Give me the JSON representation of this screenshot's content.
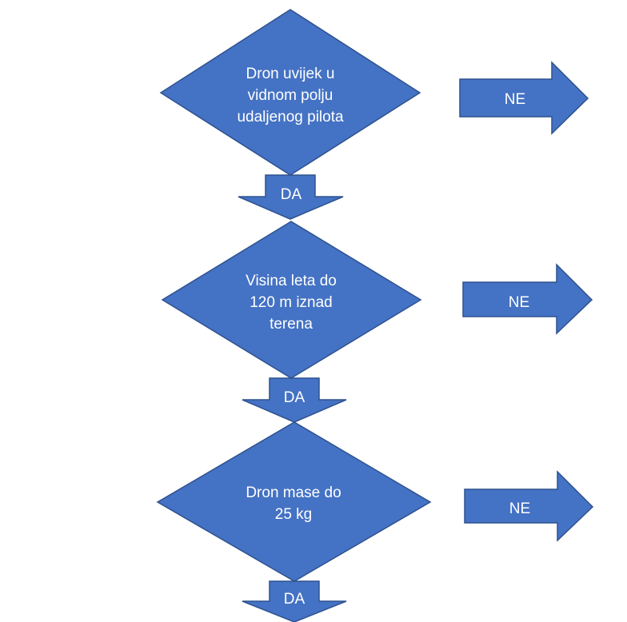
{
  "diagram": {
    "fill_color": "#4472C4",
    "stroke_color": "#2F528F",
    "text_color": "#ffffff",
    "decisions": [
      {
        "lines": [
          "Dron uvijek u",
          "vidnom polju",
          "udaljenog pilota"
        ],
        "yes_label": "DA",
        "no_label": "NE"
      },
      {
        "lines": [
          "Visina leta do",
          "120 m iznad",
          "terena"
        ],
        "yes_label": "DA",
        "no_label": "NE"
      },
      {
        "lines": [
          "Dron mase do",
          "25 kg"
        ],
        "yes_label": "DA",
        "no_label": "NE"
      }
    ]
  }
}
